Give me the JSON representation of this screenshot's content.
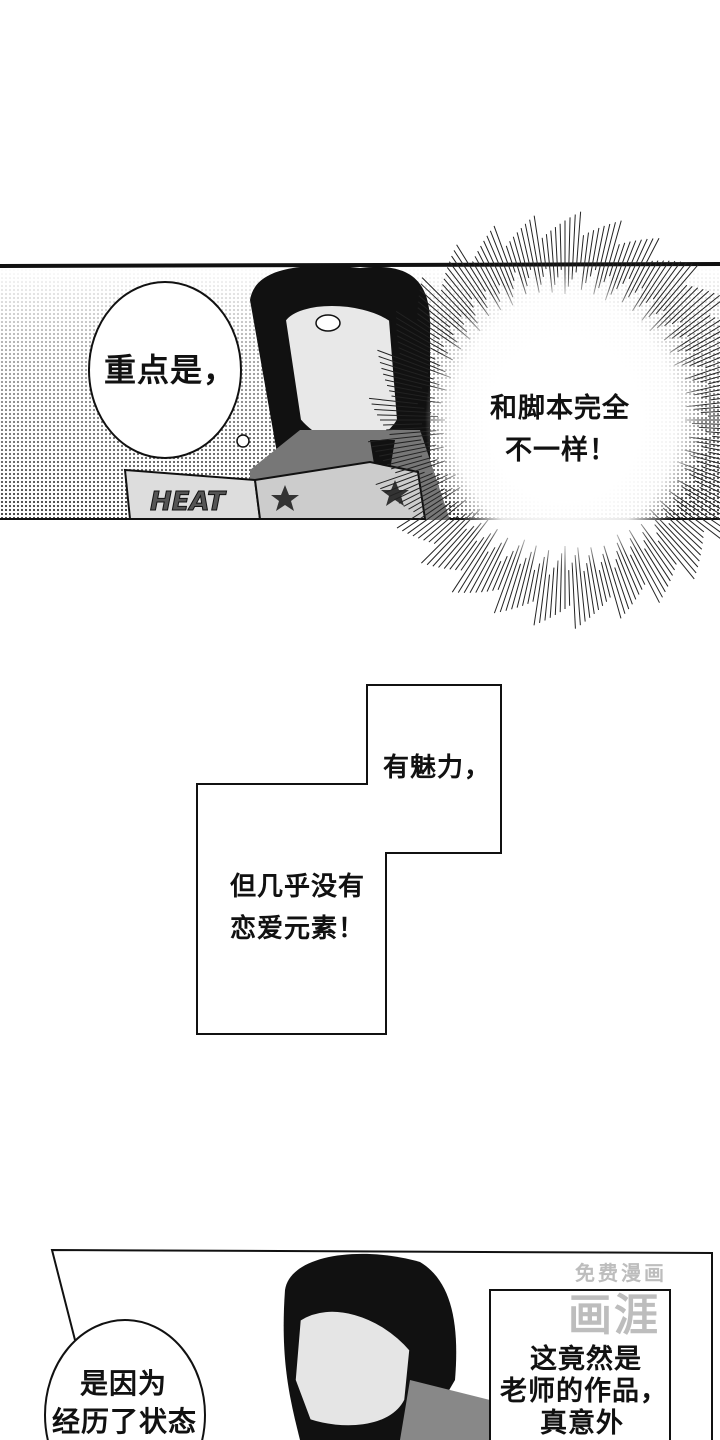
{
  "panel1": {
    "thought_bubble": "重点是，",
    "burst_line1": "和脚本完全",
    "burst_line2": "不一样！",
    "magazine_title": "HEAT"
  },
  "captions": {
    "upper": "有魅力，",
    "lower_line1": "但几乎没有",
    "lower_line2": "恋爱元素！"
  },
  "panel2": {
    "bubble_line1": "是因为",
    "bubble_line2": "经历了状态",
    "caption_line1": "这竟然是",
    "caption_line2": "老师的作品，",
    "caption_line3": "真意外"
  },
  "watermark": {
    "logo": "画涯",
    "subtitle": "免费漫画"
  }
}
